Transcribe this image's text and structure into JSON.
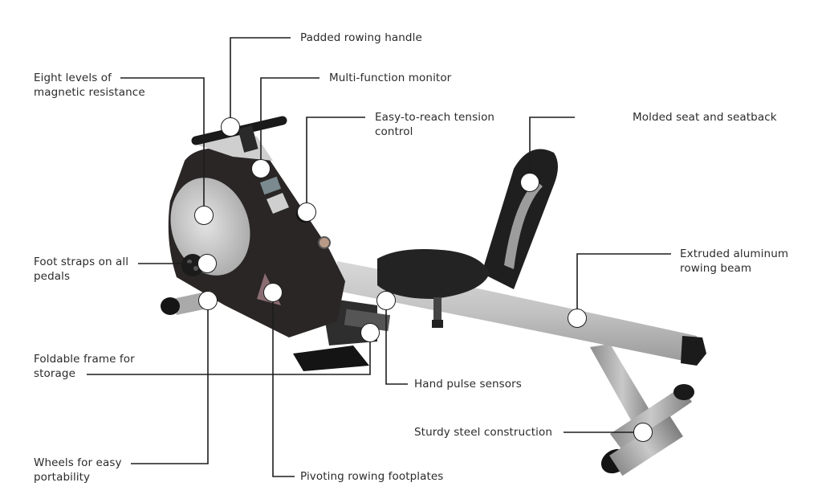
{
  "diagram": {
    "subject": "Rowing machine feature callouts",
    "colors": {
      "background": "#ffffff",
      "leader_line": "#1d1d1d",
      "label_text": "#2b2b2b",
      "body_dark": "#2a2626",
      "flywheel_silver": "#c9c9c9",
      "beam_aluminum": "#bdbdbd",
      "seat_black": "#1e1e1e"
    },
    "callouts": [
      {
        "id": "padded-rowing-handle",
        "label": "Padded rowing handle"
      },
      {
        "id": "multi-function-monitor",
        "label": "Multi-function monitor"
      },
      {
        "id": "eight-levels-resistance",
        "label": "Eight levels of\nmagnetic resistance"
      },
      {
        "id": "tension-control",
        "label": "Easy-to-reach tension\ncontrol"
      },
      {
        "id": "molded-seat",
        "label": "Molded seat and seatback"
      },
      {
        "id": "foot-straps",
        "label": "Foot straps on all\npedals"
      },
      {
        "id": "aluminum-beam",
        "label": "Extruded aluminum\nrowing beam"
      },
      {
        "id": "foldable-frame",
        "label": "Foldable frame for\nstorage"
      },
      {
        "id": "hand-pulse-sensors",
        "label": "Hand pulse sensors"
      },
      {
        "id": "steel-construction",
        "label": "Sturdy steel construction"
      },
      {
        "id": "wheels",
        "label": "Wheels for easy\nportability"
      },
      {
        "id": "pivoting-footplates",
        "label": "Pivoting rowing footplates"
      }
    ]
  }
}
